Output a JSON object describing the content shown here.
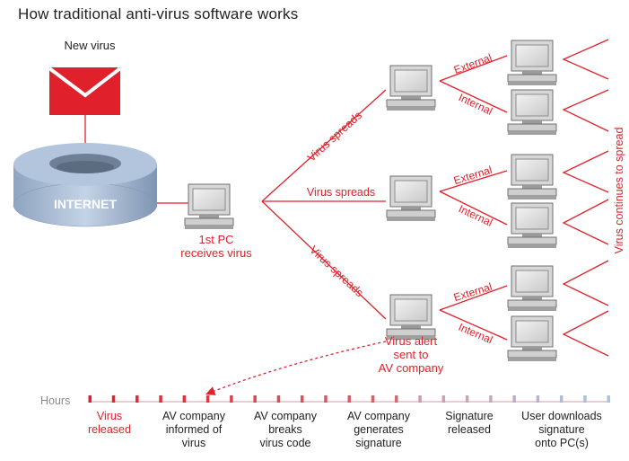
{
  "title": "How traditional anti-virus software works",
  "labels": {
    "new_virus": "New virus",
    "internet": "INTERNET",
    "first_pc": "1st PC\nreceives virus",
    "virus_spreads_top": "Virus spreads",
    "virus_spreads_mid": "Virus spreads",
    "virus_spreads_bot": "Virus spreads",
    "external_1": "External",
    "internal_1": "Internal",
    "external_2": "External",
    "internal_2": "Internal",
    "external_3": "External",
    "internal_3": "Internal",
    "continues": "Virus continues to spread",
    "alert": "Virus alert\nsent to\nAV company"
  },
  "timeline": {
    "axis_label": "Hours",
    "stages": [
      {
        "label": "Virus\nreleased",
        "color": "#e0212b"
      },
      {
        "label": "AV company\ninformed of\nvirus",
        "color": "#222222"
      },
      {
        "label": "AV company\nbreaks\nvirus code",
        "color": "#222222"
      },
      {
        "label": "AV company\ngenerates\nsignature",
        "color": "#222222"
      },
      {
        "label": "Signature\nreleased",
        "color": "#222222"
      },
      {
        "label": "User downloads\nsignature\nonto PC(s)",
        "color": "#222222"
      }
    ]
  },
  "colors": {
    "accent": "#e0212b",
    "internet_blue": "#a9bdd6",
    "internet_dark": "#6e7f96",
    "text": "#222222"
  },
  "icons": {
    "envelope": "envelope-icon",
    "computer": "computer-icon",
    "internet": "internet-ring-icon"
  }
}
